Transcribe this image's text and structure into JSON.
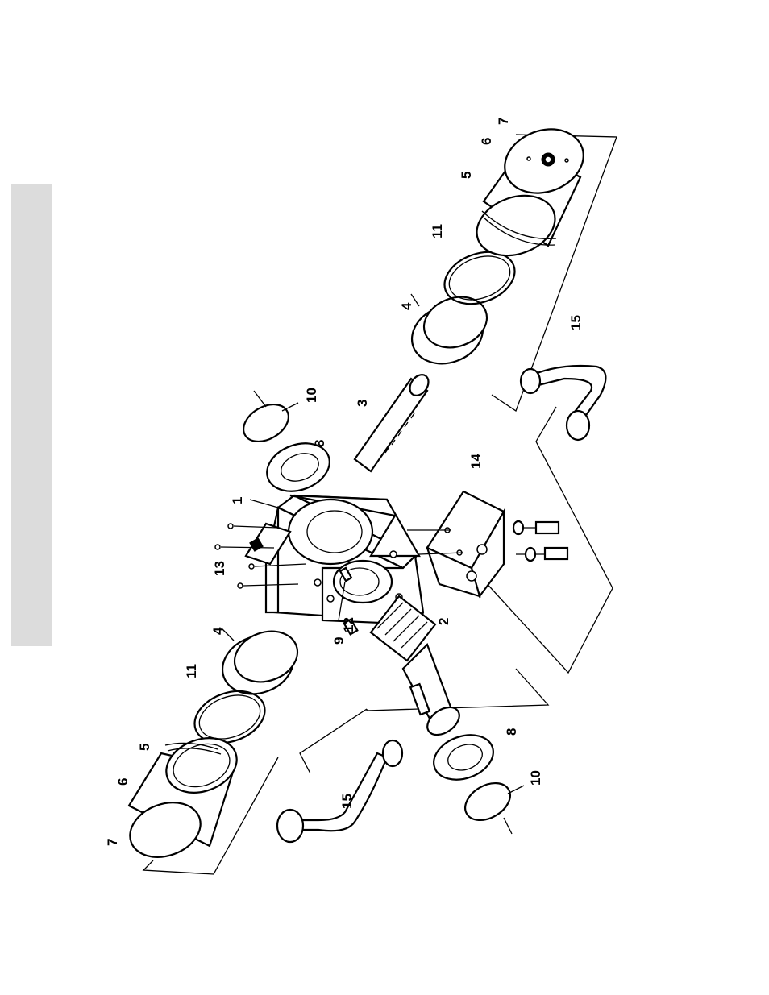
{
  "diagram": {
    "callouts": [
      {
        "id": "c1",
        "text": "1"
      },
      {
        "id": "c2",
        "text": "2"
      },
      {
        "id": "c3",
        "text": "3"
      },
      {
        "id": "c4a",
        "text": "4"
      },
      {
        "id": "c4b",
        "text": "4"
      },
      {
        "id": "c5a",
        "text": "5"
      },
      {
        "id": "c5b",
        "text": "5"
      },
      {
        "id": "c6a",
        "text": "6"
      },
      {
        "id": "c6b",
        "text": "6"
      },
      {
        "id": "c7a",
        "text": "7"
      },
      {
        "id": "c7b",
        "text": "7"
      },
      {
        "id": "c8a",
        "text": "8"
      },
      {
        "id": "c8b",
        "text": "8"
      },
      {
        "id": "c9",
        "text": "9"
      },
      {
        "id": "c10a",
        "text": "10"
      },
      {
        "id": "c10b",
        "text": "10"
      },
      {
        "id": "c11a",
        "text": "11"
      },
      {
        "id": "c11b",
        "text": "11"
      },
      {
        "id": "c12",
        "text": "12"
      },
      {
        "id": "c13",
        "text": "13"
      },
      {
        "id": "c14",
        "text": "14"
      },
      {
        "id": "c15a",
        "text": "15"
      },
      {
        "id": "c15b",
        "text": "15"
      }
    ]
  }
}
